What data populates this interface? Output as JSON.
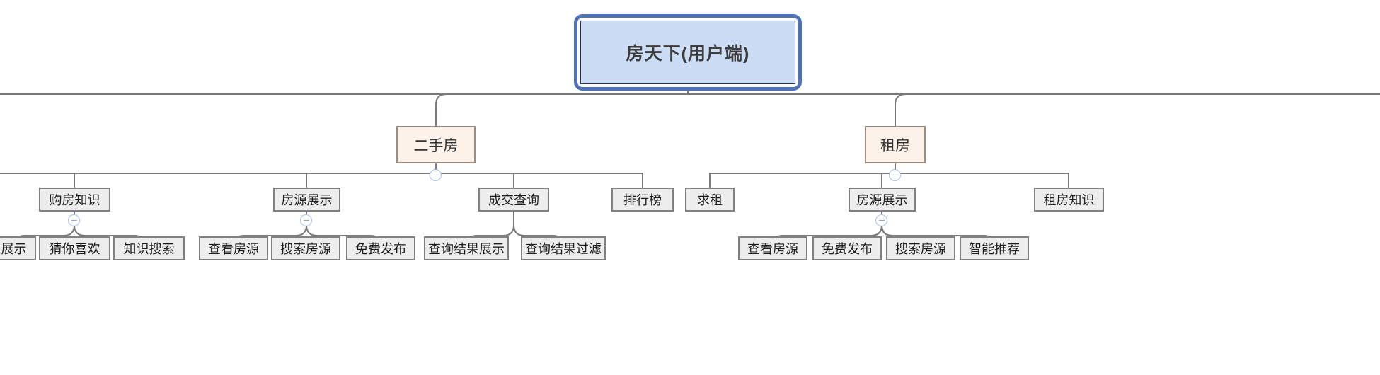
{
  "diagram": {
    "title": "房天下(用户端)",
    "type": "mindmap-tree",
    "colors": {
      "root_fill": "#ccdcf5",
      "root_border": "#1f3257",
      "root_outline": "#4f72b8",
      "level2_fill": "#fdf2ea",
      "level2_border": "#9b8d82",
      "node_fill": "#ededed",
      "node_border": "#808080",
      "link": "#7a7a7a",
      "toggle_border": "#a8c0e8",
      "toggle_glyph": "#8ba6d4"
    },
    "root": {
      "label": "房天下(用户端)"
    },
    "branches": [
      {
        "label": "二手房",
        "toggle": "collapse-minus-icon",
        "children": [
          {
            "label": "购房知识",
            "toggle": "collapse-minus-icon",
            "children": [
              {
                "label": "展示"
              },
              {
                "label": "猜你喜欢"
              },
              {
                "label": "知识搜索"
              }
            ]
          },
          {
            "label": "房源展示",
            "toggle": "collapse-minus-icon",
            "children": [
              {
                "label": "查看房源"
              },
              {
                "label": "搜索房源"
              },
              {
                "label": "免费发布"
              }
            ]
          },
          {
            "label": "成交查询",
            "children": [
              {
                "label": "查询结果展示"
              },
              {
                "label": "查询结果过滤"
              }
            ]
          },
          {
            "label": "排行榜",
            "children": []
          }
        ]
      },
      {
        "label": "租房",
        "toggle": "collapse-minus-icon",
        "children": [
          {
            "label": "求租",
            "children": []
          },
          {
            "label": "房源展示",
            "toggle": "collapse-minus-icon",
            "children": [
              {
                "label": "查看房源"
              },
              {
                "label": "免费发布"
              },
              {
                "label": "搜索房源"
              },
              {
                "label": "智能推荐"
              }
            ]
          },
          {
            "label": "租房知识",
            "children": []
          }
        ]
      }
    ],
    "toggles": {
      "glyph": "−",
      "name": "collapse-minus-icon"
    }
  }
}
